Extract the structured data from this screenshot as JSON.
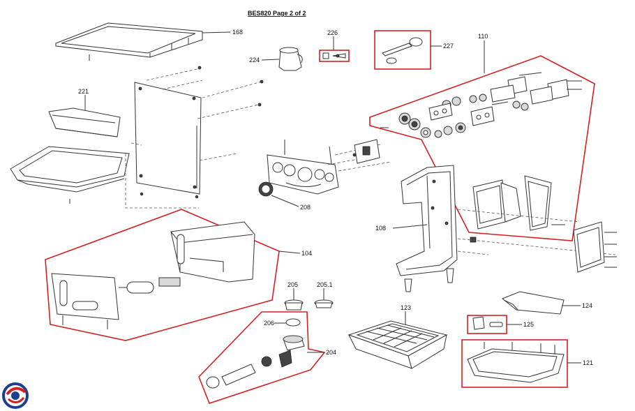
{
  "title": "BES820 Page 2 of 2",
  "labels": {
    "p168": "168",
    "p226": "226",
    "p227": "227",
    "p110": "110",
    "p224": "224",
    "p221": "221",
    "p208": "208",
    "p108": "108",
    "p104": "104",
    "p205": "205",
    "p2051": "205.1",
    "p206": "206",
    "p204": "204",
    "p123": "123",
    "p124": "124",
    "p125": "125",
    "p121": "121"
  },
  "colors": {
    "callout": "#d42020",
    "line": "#333333",
    "logo_blue": "#1d3f8f",
    "logo_red": "#d42020"
  },
  "icons": {
    "logo": "swirl-logo-icon"
  }
}
